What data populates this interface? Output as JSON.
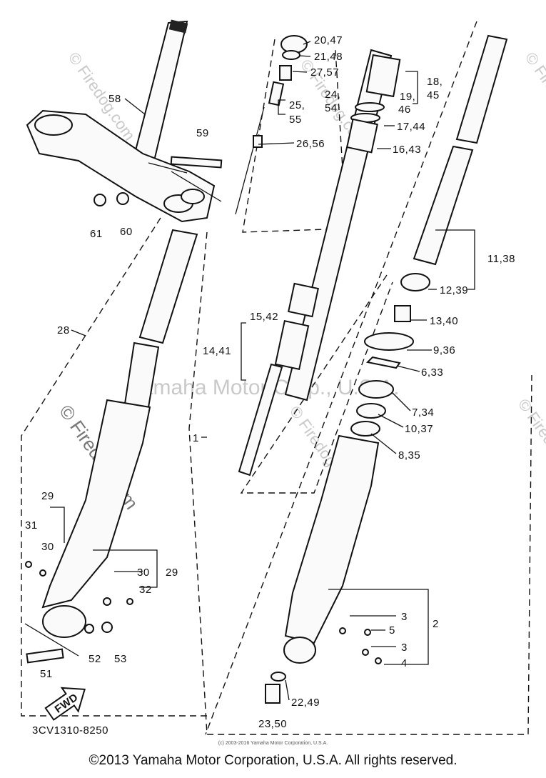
{
  "diagram": {
    "code": "3CV1310-8250",
    "small_copyright": "(c) 2003-2016 Yamaha Motor Corporation, U.S.A.",
    "center_watermark": "Yamaha Motor Corp., U.S.A.",
    "watermark_text": "© Firedog.com",
    "fwd_label": "FWD",
    "labels": {
      "l58": "58",
      "l59": "59",
      "l61": "61",
      "l60": "60",
      "l28": "28",
      "l2047": "20,47",
      "l2148": "21,48",
      "l2757": "27,57",
      "l2554": "25,",
      "l2454": "24,",
      "l54": "54",
      "l55": "55",
      "l2656": "26,56",
      "l1845": "18,",
      "l45": "45",
      "l1946": "19,",
      "l46": "46",
      "l1744": "17,44",
      "l1643": "16,43",
      "l1138": "11,38",
      "l1239": "12,39",
      "l1340": "13,40",
      "l936": "9,36",
      "l633": "6,33",
      "l734": "7,34",
      "l1037": "10,37",
      "l835": "8,35",
      "l1542": "15,42",
      "l1441": "14,41",
      "l1": "1",
      "l29a": "29",
      "l31": "31",
      "l30a": "30",
      "l30b": "30",
      "l29b": "29",
      "l32": "32",
      "l52": "52",
      "l53": "53",
      "l51": "51",
      "l3a": "3",
      "l5": "5",
      "l2": "2",
      "l3b": "3",
      "l4": "4",
      "l2249": "22,49",
      "l2350": "23,50"
    }
  },
  "footer": {
    "copyright": "©2013 Yamaha Motor Corporation, U.S.A. All rights reserved."
  }
}
